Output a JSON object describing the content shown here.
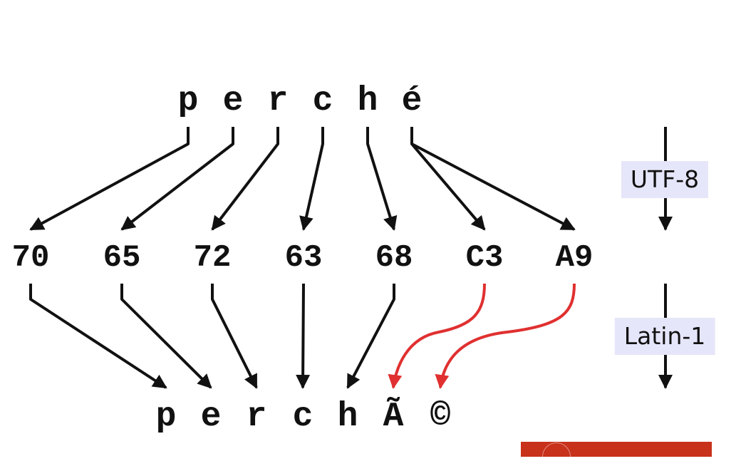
{
  "word": [
    "p",
    "e",
    "r",
    "c",
    "h",
    "é"
  ],
  "utf8_bytes": [
    "70",
    "65",
    "72",
    "63",
    "68",
    "C3",
    "A9"
  ],
  "decoded": [
    "p",
    "e",
    "r",
    "c",
    "h",
    "Ã",
    "©"
  ],
  "labels": {
    "utf8": "UTF-8",
    "latin1": "Latin-1"
  },
  "colors": {
    "arrow": "#111111",
    "mismatch_arrow": "#e03030",
    "label_bg": "#e6e6fa",
    "logo_bar": "#c8311a"
  },
  "encoding_map": [
    [
      0
    ],
    [
      1
    ],
    [
      2
    ],
    [
      3
    ],
    [
      4
    ],
    [
      5,
      6
    ]
  ],
  "decoding_map": [
    [
      0
    ],
    [
      1
    ],
    [
      2
    ],
    [
      3
    ],
    [
      4
    ],
    [
      5
    ],
    [
      6
    ]
  ],
  "mismatch_bytes": [
    5,
    6
  ]
}
